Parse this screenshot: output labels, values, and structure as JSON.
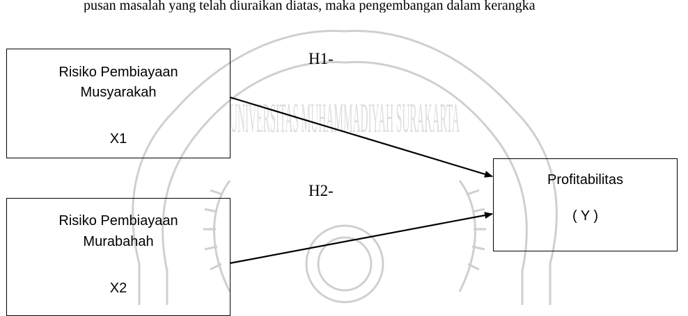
{
  "top_text": "pusan masalah yang telah diuraikan diatas, maka pengembangan dalam kerangka",
  "watermark": {
    "text": "UNIVERSITAS MUHAMMADIYAH SURAKARTA",
    "color": "#cfcfcf"
  },
  "nodes": {
    "x1": {
      "line1": "Risiko Pembiayaan",
      "line2": "Musyarakah",
      "var": "X1"
    },
    "x2": {
      "line1": "Risiko Pembiayaan",
      "line2": "Murabahah",
      "var": "X2"
    },
    "y": {
      "line1": "Profitabilitas",
      "var": "( Y )"
    }
  },
  "edges": [
    {
      "from": "x1",
      "to": "y",
      "label": "H1-"
    },
    {
      "from": "x2",
      "to": "y",
      "label": "H2-"
    }
  ]
}
